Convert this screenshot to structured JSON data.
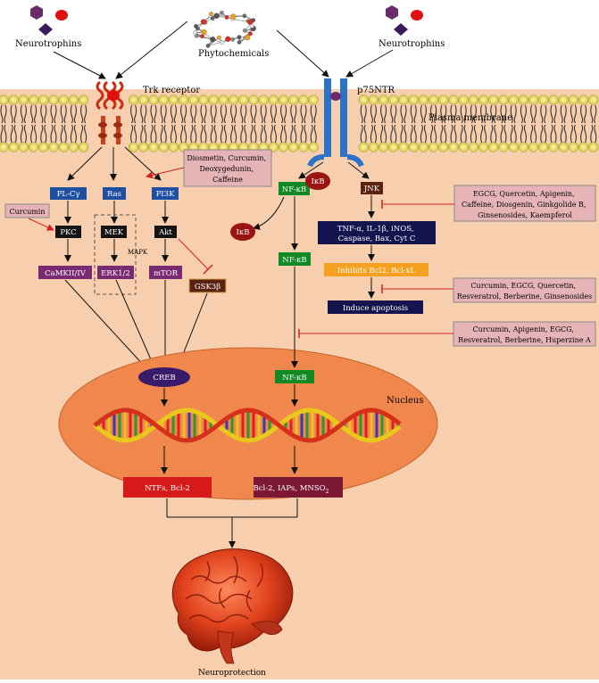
{
  "labels": {
    "neurotrophins_left": "Neurotrophins",
    "neurotrophins_right": "Neurotrophins",
    "phytochemicals": "Phytochemicals",
    "trk_receptor": "Trk receptor",
    "p75ntr": "p75NTR",
    "plasma_membrane": "Plasma membrane",
    "nucleus": "Nucleus",
    "neuroprotection": "Neuroprotection",
    "mapk": "MAPK"
  },
  "nodes": {
    "plcy": "PL-Cγ",
    "ras": "Ras",
    "pi3k": "PI3K",
    "pkc": "PKC",
    "mek": "MEK",
    "akt": "Akt",
    "erk": "ERK1/2",
    "camk": "CaMKII/IV",
    "mtor": "mTOR",
    "gsk": "GSK3β",
    "creb": "CREB",
    "nfkb_top": "NF-κB",
    "ikb_top": "IκB",
    "ikb_left": "IκB",
    "nfkb_mid": "NF-κB",
    "nfkb_nuc": "NF-κB",
    "jnk": "JNK",
    "tnf_line1": "TNF-α, IL-1β, iNOS,",
    "tnf_line2": "Caspase, Bax, Cyt C",
    "inhibits": "Inhibits Bcl2, Bcl-xL",
    "apoptosis": "Induce apoptosis",
    "ntfs": "NTFs, Bcl-2",
    "bcl2": "Bcl-2, IAPs, MNSO",
    "bcl2_sub": "2"
  },
  "inhibitor_boxes": {
    "curcumin": [
      "Curcumin"
    ],
    "diosmetin": [
      "Diosmetin, Curcumin,",
      "Deoxygedunin,",
      "Caffeine"
    ],
    "egcg_jnk": [
      "EGCG, Quercetin, Apigenin,",
      "Caffeine, Diosgenin, Ginkgolide B,",
      "Ginsenosides, Kaempferol"
    ],
    "curcumin_bcl": [
      "Curcumin, EGCG, Quercetin,",
      "Resveratrol, Berberine, Ginsenosides"
    ],
    "curcumin_nfkb": [
      "Curcumin, Apigenin, EGCG,",
      "Resveratrol, Berberine, Huperzine A"
    ]
  },
  "colors": {
    "background": "#f8cfae",
    "blue_box": "#1f4fa0",
    "black_box": "#141414",
    "purple_box": "#7a2a70",
    "brown_box": "#5a2210",
    "green_box": "#128a24",
    "navy_box": "#14144e",
    "orange_box": "#f5a01e",
    "red_box": "#d61a1a",
    "maroon_box": "#7c1836",
    "pink_box": "#e6b4b6",
    "nucleus": "#f0874c",
    "inhibit_line": "#d42020"
  }
}
